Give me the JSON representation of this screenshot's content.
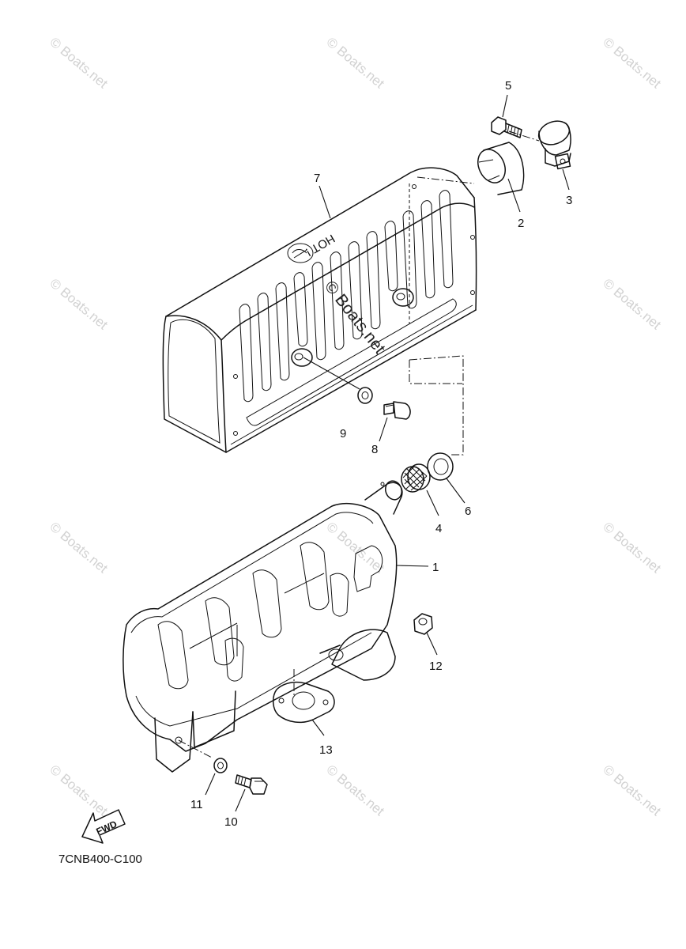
{
  "diagram_code": "7CNB400-C100",
  "fwd_label": "FWD",
  "hot_label": "HOT !",
  "watermark_text": "© Boats.net",
  "callouts": [
    {
      "id": "1",
      "label": "1"
    },
    {
      "id": "2",
      "label": "2"
    },
    {
      "id": "3",
      "label": "3"
    },
    {
      "id": "4",
      "label": "4"
    },
    {
      "id": "5",
      "label": "5"
    },
    {
      "id": "6",
      "label": "6"
    },
    {
      "id": "7",
      "label": "7"
    },
    {
      "id": "8",
      "label": "8"
    },
    {
      "id": "9",
      "label": "9"
    },
    {
      "id": "10",
      "label": "10"
    },
    {
      "id": "11",
      "label": "11"
    },
    {
      "id": "12",
      "label": "12"
    },
    {
      "id": "13",
      "label": "13"
    }
  ]
}
